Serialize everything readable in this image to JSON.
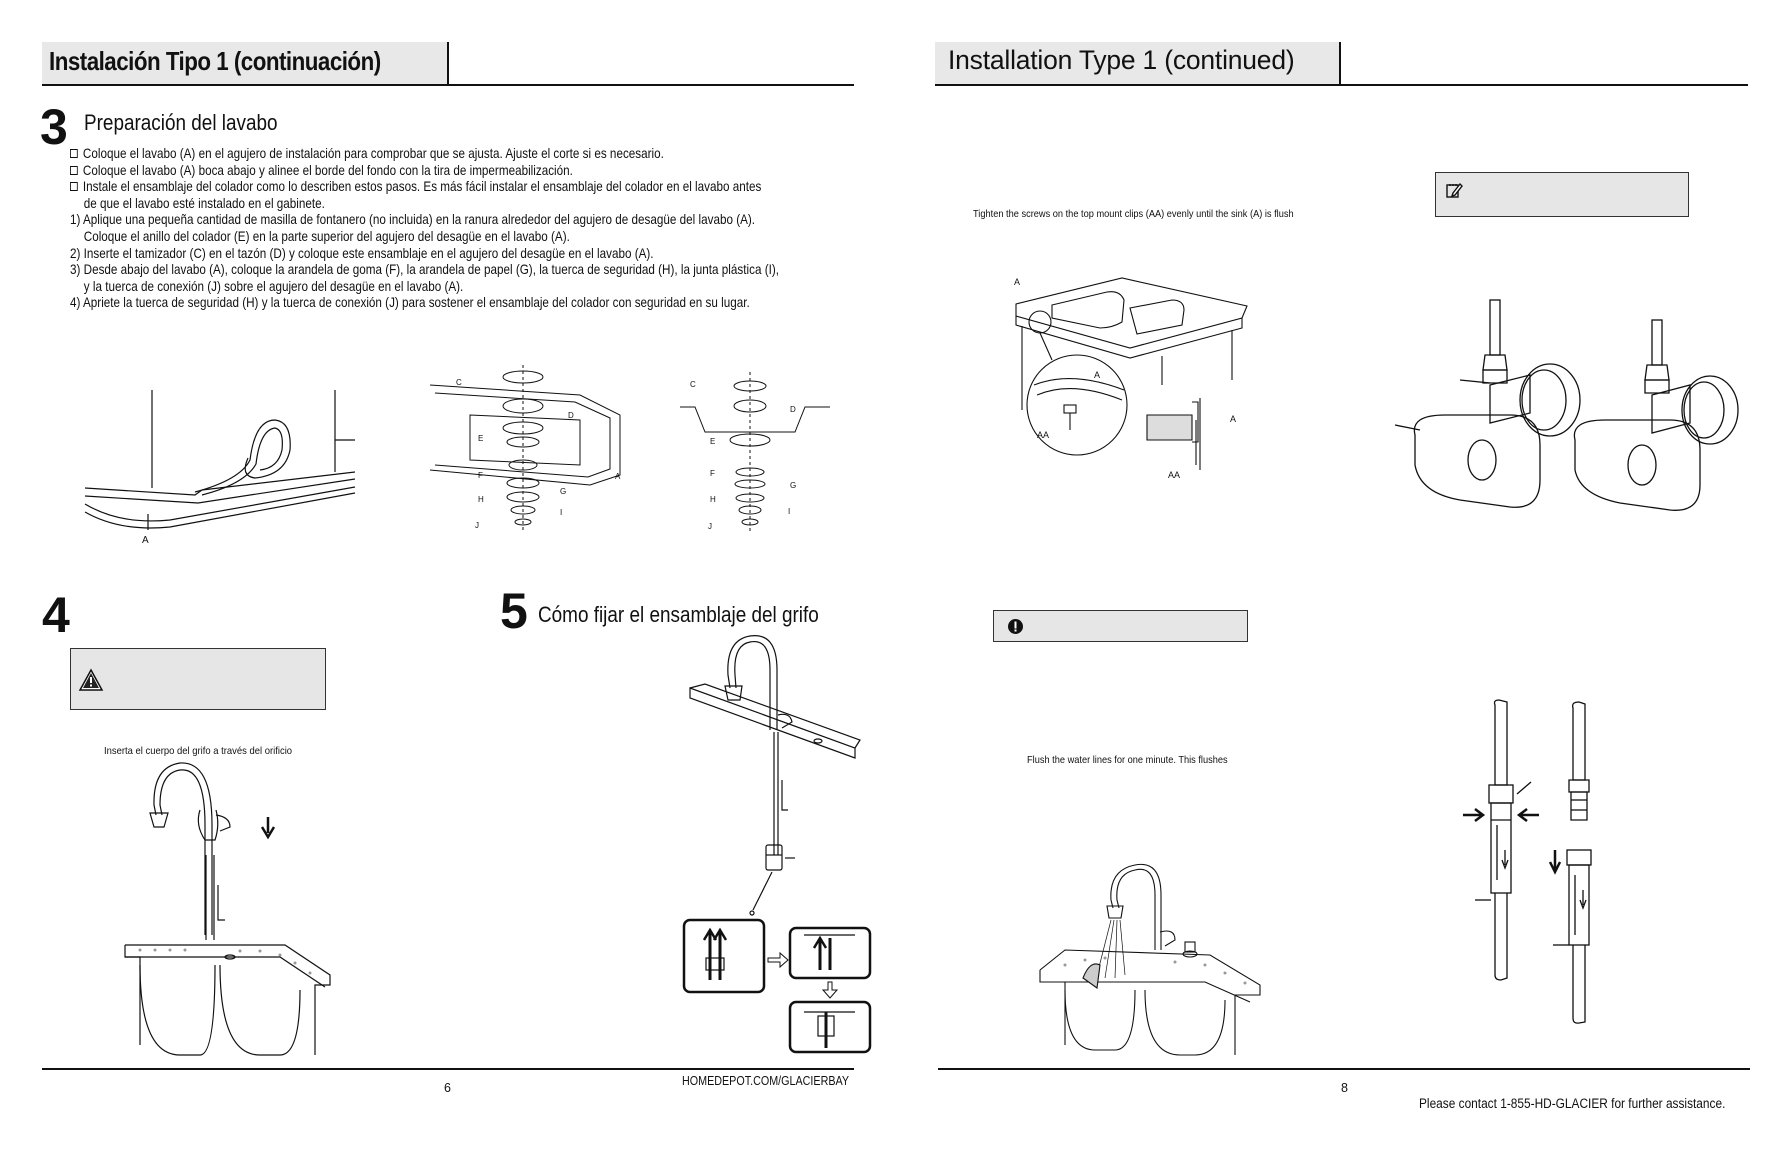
{
  "left_page": {
    "header_title": "Instalación Tipo 1 (continuación)",
    "step3": {
      "number": "3",
      "title": "Preparación del lavabo",
      "lines": [
        {
          "marker": "box",
          "text": "Coloque el lavabo (A) en el agujero de instalación para comprobar que se ajusta. Ajuste el corte si es necesario."
        },
        {
          "marker": "box",
          "text": "Coloque el lavabo (A) boca abajo y alinee el borde del fondo con la tira de impermeabilización."
        },
        {
          "marker": "box",
          "text": "Instale el ensamblaje del colador como lo describen estos pasos. Es más fácil instalar el ensamblaje del colador en el lavabo  antes"
        },
        {
          "marker": "indent",
          "text": "de que el lavabo esté instalado en el gabinete."
        },
        {
          "marker": "none",
          "text": "1) Aplique una pequeña cantidad de masilla de fontanero (no incluida) en la ranura alrededor del agujero de desagüe del lavabo (A)."
        },
        {
          "marker": "indent",
          "text": "Coloque el anillo del colador (E) en la parte superior del agujero del desagüe en el lavabo (A)."
        },
        {
          "marker": "none",
          "text": "2) Inserte el tamizador (C) en el tazón (D) y coloque este ensamblaje en el agujero del desagüe en el lavabo (A)."
        },
        {
          "marker": "none",
          "text": "3) Desde abajo del lavabo (A), coloque la arandela de goma (F), la arandela de papel (G), la tuerca de seguridad (H), la junta plástica (I),"
        },
        {
          "marker": "indent",
          "text": "y la tuerca de conexión (J) sobre el agujero del desagüe en el lavabo (A)."
        },
        {
          "marker": "none",
          "text": "4) Apriete la tuerca de seguridad (H) y la tuerca de conexión (J) para sostener el ensamblaje del colador con seguridad en su lugar."
        }
      ],
      "fig_labels": {
        "a": "A",
        "c": "C",
        "d": "D",
        "e": "E",
        "f": "F",
        "g": "G",
        "h": "H",
        "i": "I",
        "j": "J"
      }
    },
    "step4": {
      "number": "4",
      "caption": "Inserta el cuerpo del grifo a través del orificio"
    },
    "step5": {
      "number": "5",
      "title": "Cómo fijar el ensamblaje del grifo"
    },
    "page_number": "6",
    "site": "HOMEDEPOT.COM/GLACIERBAY"
  },
  "right_page": {
    "header_title": "Installation Type 1 (continued)",
    "caption_top": "Tighten the screws on the top mount clips (AA) evenly until the sink (A) is flush",
    "caption_flush": "Flush the water lines for one minute. This flushes",
    "fig_labels": {
      "a": "A",
      "aa": "AA"
    },
    "page_number": "8",
    "contact": "Please contact 1-855-HD-GLACIER for further assistance."
  },
  "colors": {
    "header_fill": "#e8e8e8",
    "callout_fill": "#e6e6e6",
    "ink": "#111111"
  },
  "icons": {
    "warning": "warning-triangle-icon",
    "note": "note-pencil-icon",
    "caution": "exclamation-circle-icon"
  }
}
